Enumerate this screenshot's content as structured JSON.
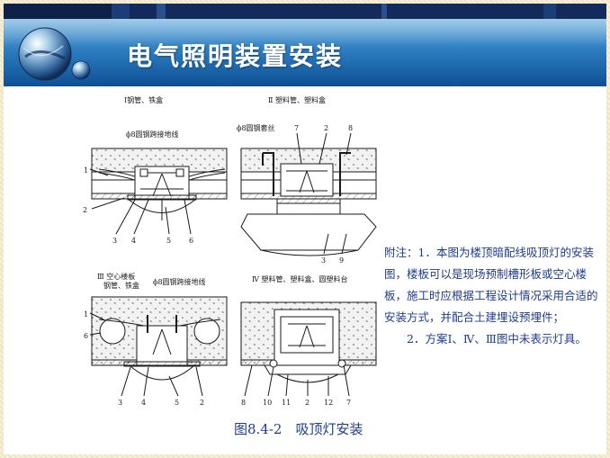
{
  "slide": {
    "title": "电气照明装置安装",
    "caption": "图8.4-2　吸顶灯安装",
    "note": {
      "p1": "附注：1．本图为楼顶暗配线吸顶灯的安装图，楼板可以是现场预制槽形板或空心楼板，施工时应根据工程设计情况采用合适的安装方式，并配合土建埋设预埋件；",
      "p2": "2．方案Ⅰ、Ⅳ、Ⅲ图中未表示灯具。"
    }
  },
  "figure": {
    "p1": {
      "title": "Ⅰ钢管、铁盒",
      "annotation": "ϕ8圆钢跨接地线",
      "callouts": [
        "1",
        "2",
        "3",
        "4",
        "5",
        "6"
      ]
    },
    "p2": {
      "title": "Ⅱ 塑料管、塑料盒",
      "annotation": "ϕ8圆钢套丝",
      "callouts": [
        "7",
        "2",
        "8",
        "3",
        "9"
      ]
    },
    "p3": {
      "title_line1": "Ⅲ 空心楼板",
      "title_line2": "钢管、铁盒",
      "annotation": "ϕ8圆钢跨接地线",
      "callouts": [
        "1",
        "6",
        "3",
        "4",
        "5",
        "2"
      ]
    },
    "p4": {
      "title": "Ⅳ 塑料管、塑料盒、圆塑料台",
      "callouts": [
        "8",
        "10",
        "11",
        "2",
        "12",
        "7"
      ]
    }
  },
  "colors": {
    "header_dark": "#0e4f95",
    "header_light": "#6fb0de",
    "topbar": "#132b5a",
    "text_blue": "#1e3c8c",
    "drawing": "#1a1a1a"
  }
}
